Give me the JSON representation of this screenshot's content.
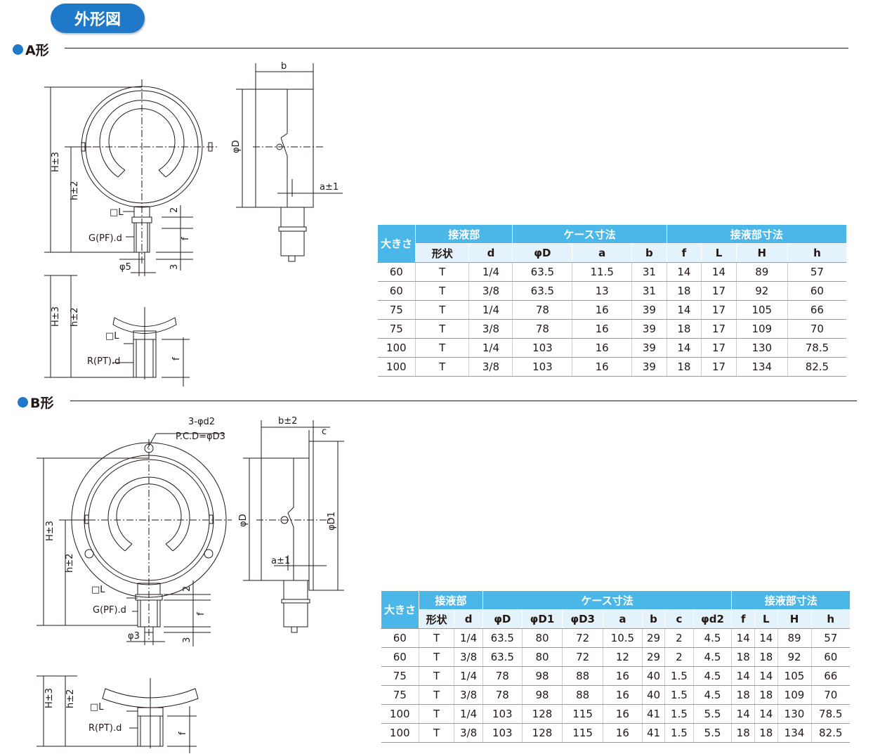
{
  "header": {
    "badge": "外形図"
  },
  "sections": {
    "a": {
      "title": "A形"
    },
    "b": {
      "title": "B形"
    }
  },
  "drawing_a": {
    "labels": {
      "b": "b",
      "phiD": "φD",
      "a1": "a±1",
      "H3": "H±3",
      "h2": "h±2",
      "sqL": "□L",
      "gpf": "G(PF).d",
      "two": "2",
      "f": "f",
      "three": "3",
      "phi5": "φ5",
      "H3b": "H±3",
      "h2b": "h±2",
      "sqLb": "□L",
      "rpt": "R(PT).d",
      "fb": "f"
    }
  },
  "drawing_b": {
    "labels": {
      "d2": "3-φd2",
      "pcd": "P.C.D=φD3",
      "b2": "b±2",
      "c": "c",
      "phiD": "φD",
      "phiD1": "φD1",
      "a1": "a±1",
      "H3": "H±3",
      "h2": "h±2",
      "sqL": "□L",
      "gpf": "G(PF).d",
      "two": "2",
      "f": "f",
      "three": "3",
      "phi3": "φ3",
      "H3b": "H±3",
      "h2b": "h±2",
      "sqLb": "□L",
      "rpt": "R(PT).d",
      "fb": "f"
    }
  },
  "table_a": {
    "group_size": "大きさ",
    "group_wet": "接液部",
    "group_case": "ケース寸法",
    "group_wetdim": "接液部寸法",
    "columns": [
      "形状",
      "d",
      "φD",
      "a",
      "b",
      "f",
      "L",
      "H",
      "h"
    ],
    "rows": [
      [
        "60",
        "T",
        "1/4",
        "63.5",
        "11.5",
        "31",
        "14",
        "14",
        "89",
        "57"
      ],
      [
        "60",
        "T",
        "3/8",
        "63.5",
        "13",
        "31",
        "18",
        "17",
        "92",
        "60"
      ],
      [
        "75",
        "T",
        "1/4",
        "78",
        "16",
        "39",
        "14",
        "17",
        "105",
        "66"
      ],
      [
        "75",
        "T",
        "3/8",
        "78",
        "16",
        "39",
        "18",
        "17",
        "109",
        "70"
      ],
      [
        "100",
        "T",
        "1/4",
        "103",
        "16",
        "39",
        "14",
        "17",
        "130",
        "78.5"
      ],
      [
        "100",
        "T",
        "3/8",
        "103",
        "16",
        "39",
        "18",
        "17",
        "134",
        "82.5"
      ]
    ]
  },
  "table_b": {
    "group_size": "大きさ",
    "group_wet": "接液部",
    "group_case": "ケース寸法",
    "group_wetdim": "接液部寸法",
    "columns": [
      "形状",
      "d",
      "φD",
      "φD1",
      "φD3",
      "a",
      "b",
      "c",
      "φd2",
      "f",
      "L",
      "H",
      "h"
    ],
    "rows": [
      [
        "60",
        "T",
        "1/4",
        "63.5",
        "80",
        "72",
        "10.5",
        "29",
        "2",
        "4.5",
        "14",
        "14",
        "89",
        "57"
      ],
      [
        "60",
        "T",
        "3/8",
        "63.5",
        "80",
        "72",
        "12",
        "29",
        "2",
        "4.5",
        "18",
        "18",
        "92",
        "60"
      ],
      [
        "75",
        "T",
        "1/4",
        "78",
        "98",
        "88",
        "16",
        "40",
        "1.5",
        "4.5",
        "14",
        "14",
        "105",
        "66"
      ],
      [
        "75",
        "T",
        "3/8",
        "78",
        "98",
        "88",
        "16",
        "40",
        "1.5",
        "4.5",
        "18",
        "18",
        "109",
        "70"
      ],
      [
        "100",
        "T",
        "1/4",
        "103",
        "128",
        "115",
        "16",
        "41",
        "1.5",
        "5.5",
        "14",
        "14",
        "130",
        "78.5"
      ],
      [
        "100",
        "T",
        "3/8",
        "103",
        "128",
        "115",
        "16",
        "41",
        "1.5",
        "5.5",
        "18",
        "18",
        "134",
        "82.5"
      ]
    ]
  },
  "colors": {
    "accent": "#1f78c8",
    "table_header": "#4bb6e8",
    "table_subheader": "#e4f3fb"
  }
}
